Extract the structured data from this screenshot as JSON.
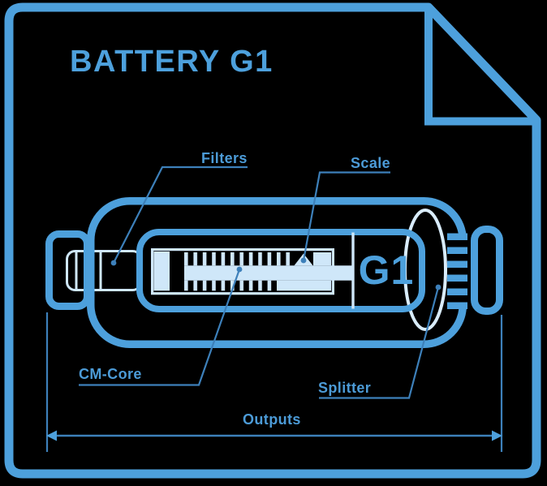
{
  "document": {
    "title": "BATTERY G1"
  },
  "diagram": {
    "part_label": "G1",
    "callouts": {
      "filters": "Filters",
      "scale": "Scale",
      "cm_core": "CM-Core",
      "splitter": "Splitter"
    },
    "dimension": {
      "label": "Outputs"
    }
  },
  "colors": {
    "background": "#000000",
    "outline_blue": "#4da0dc",
    "light_blue": "#cfe7f9",
    "oval_blue": "#d9ecfb",
    "leader_line_blue": "#3d80ba",
    "label_blue": "#4c9bd7"
  }
}
